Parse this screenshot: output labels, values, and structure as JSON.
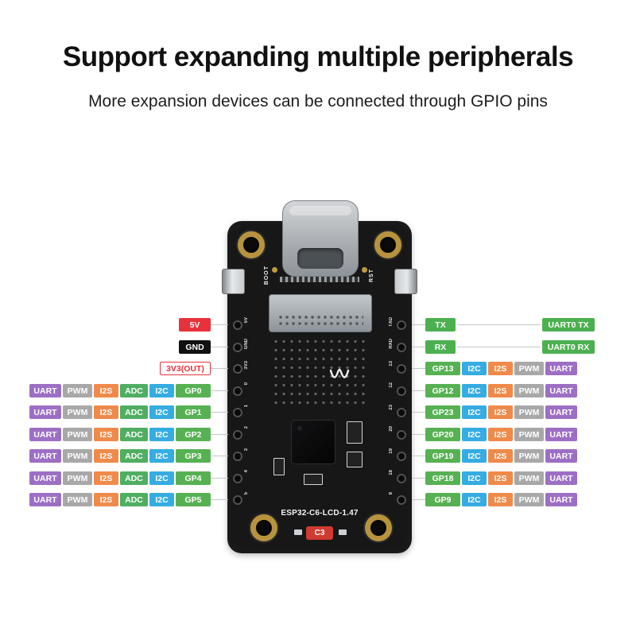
{
  "title": "Support expanding multiple peripherals",
  "subtitle": "More expansion devices can be connected through GPIO pins",
  "colors": {
    "uart": "#9d6fc4",
    "pwm": "#a8a8a8",
    "i2s": "#f08a4a",
    "adc": "#4fae62",
    "i2c": "#35ace2",
    "gp": "#57b153",
    "tx": "#4cb050",
    "v5": "#e7323c",
    "gnd": "#101010",
    "v33": "#e7323c",
    "wire": "#c6c6c6"
  },
  "left_rows": [
    {
      "kind": "power",
      "label": "5V"
    },
    {
      "kind": "power",
      "label": "GND"
    },
    {
      "kind": "power",
      "label": "3V3(OUT)"
    },
    {
      "kind": "gpio",
      "pin": "GP0",
      "tags": [
        "UART",
        "PWM",
        "I2S",
        "ADC",
        "I2C"
      ]
    },
    {
      "kind": "gpio",
      "pin": "GP1",
      "tags": [
        "UART",
        "PWM",
        "I2S",
        "ADC",
        "I2C"
      ]
    },
    {
      "kind": "gpio",
      "pin": "GP2",
      "tags": [
        "UART",
        "PWM",
        "I2S",
        "ADC",
        "I2C"
      ]
    },
    {
      "kind": "gpio",
      "pin": "GP3",
      "tags": [
        "UART",
        "PWM",
        "I2S",
        "ADC",
        "I2C"
      ]
    },
    {
      "kind": "gpio",
      "pin": "GP4",
      "tags": [
        "UART",
        "PWM",
        "I2S",
        "ADC",
        "I2C"
      ]
    },
    {
      "kind": "gpio",
      "pin": "GP5",
      "tags": [
        "UART",
        "PWM",
        "I2S",
        "ADC",
        "I2C"
      ]
    }
  ],
  "right_rows": [
    {
      "kind": "uart0",
      "pin": "TX",
      "label": "UART0 TX"
    },
    {
      "kind": "uart0",
      "pin": "RX",
      "label": "UART0 RX"
    },
    {
      "kind": "gpio",
      "pin": "GP13",
      "tags": [
        "I2C",
        "I2S",
        "PWM",
        "UART"
      ]
    },
    {
      "kind": "gpio",
      "pin": "GP12",
      "tags": [
        "I2C",
        "I2S",
        "PWM",
        "UART"
      ]
    },
    {
      "kind": "gpio",
      "pin": "GP23",
      "tags": [
        "I2C",
        "I2S",
        "PWM",
        "UART"
      ]
    },
    {
      "kind": "gpio",
      "pin": "GP20",
      "tags": [
        "I2C",
        "I2S",
        "PWM",
        "UART"
      ]
    },
    {
      "kind": "gpio",
      "pin": "GP19",
      "tags": [
        "I2C",
        "I2S",
        "PWM",
        "UART"
      ]
    },
    {
      "kind": "gpio",
      "pin": "GP18",
      "tags": [
        "I2C",
        "I2S",
        "PWM",
        "UART"
      ]
    },
    {
      "kind": "gpio",
      "pin": "GP9",
      "tags": [
        "I2C",
        "I2S",
        "PWM",
        "UART"
      ]
    }
  ],
  "board": {
    "silkscreen": "ESP32-C6-LCD-1.47",
    "boot_label": "BOOT",
    "rst_label": "RST",
    "chip_badge": "C3",
    "left_pin_labels": [
      "5V",
      "GND",
      "3V3",
      "0",
      "1",
      "2",
      "3",
      "4",
      "5"
    ],
    "right_pin_labels": [
      "TXD",
      "RXD",
      "13",
      "12",
      "23",
      "20",
      "19",
      "18",
      "9"
    ]
  }
}
